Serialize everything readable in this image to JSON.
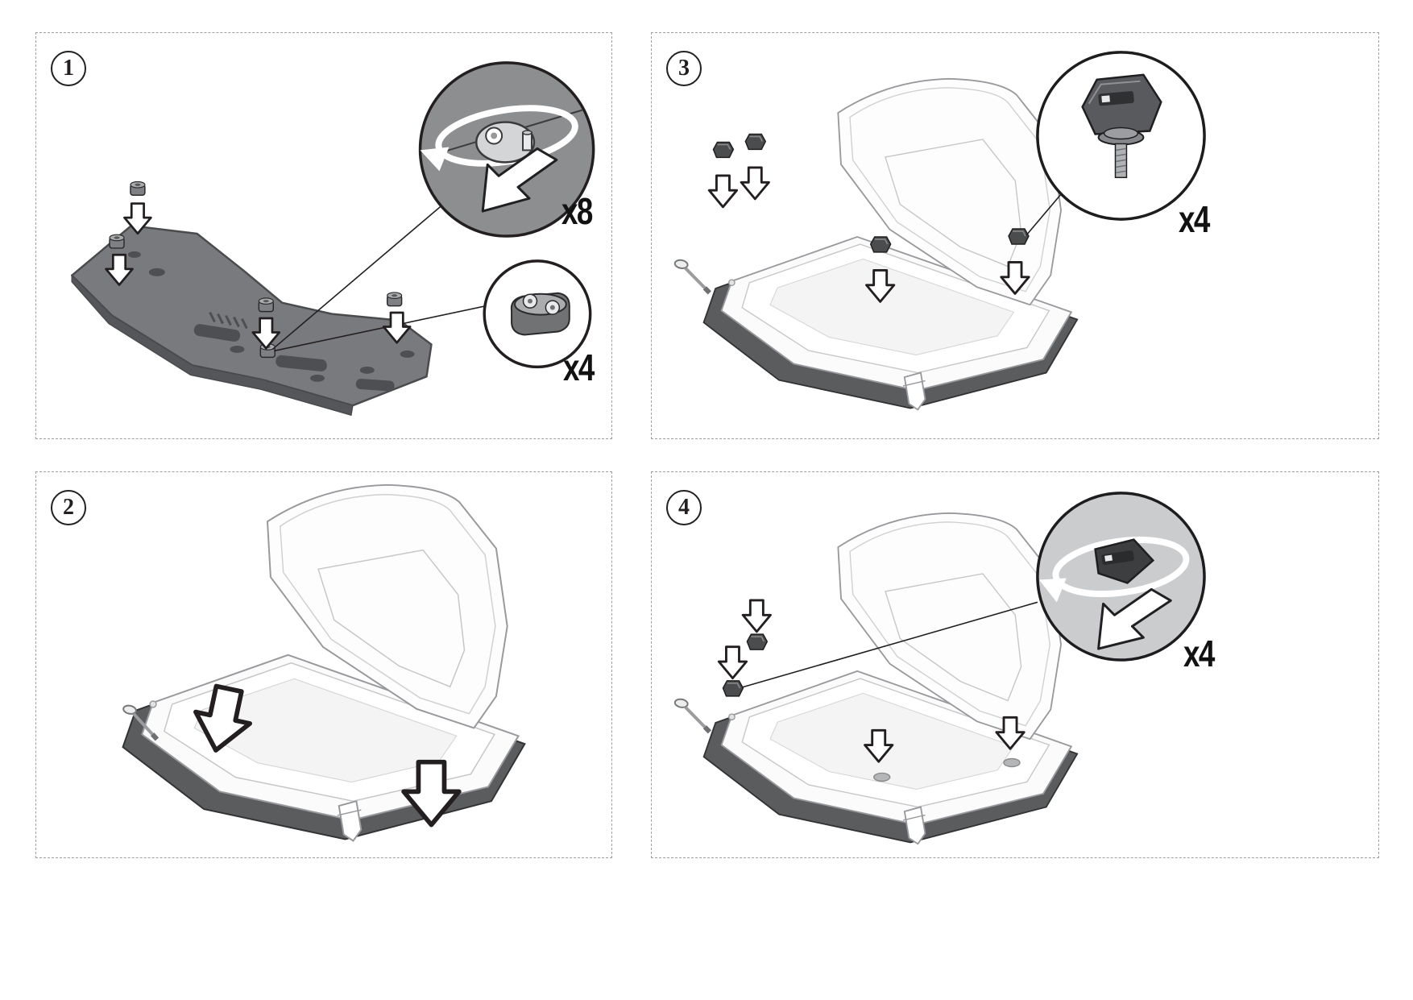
{
  "colors": {
    "background": "#ffffff",
    "panel_border": "#9d9fa2",
    "plate_gray": "#797a7d",
    "base_plate_gray": "#5b5c5e",
    "callout_fill_gray": "#8c8e90",
    "outline_black": "#231f20"
  },
  "panels": [
    {
      "step": "1",
      "callouts": [
        {
          "part": "grommet-rotate-detail",
          "qty": "x8"
        },
        {
          "part": "grommet-detail",
          "qty": "x4"
        }
      ]
    },
    {
      "step": "2",
      "callouts": []
    },
    {
      "step": "3",
      "callouts": [
        {
          "part": "locking-knob-detail",
          "qty": "x4"
        }
      ]
    },
    {
      "step": "4",
      "callouts": [
        {
          "part": "knob-tighten-detail",
          "qty": "x4"
        }
      ]
    }
  ]
}
